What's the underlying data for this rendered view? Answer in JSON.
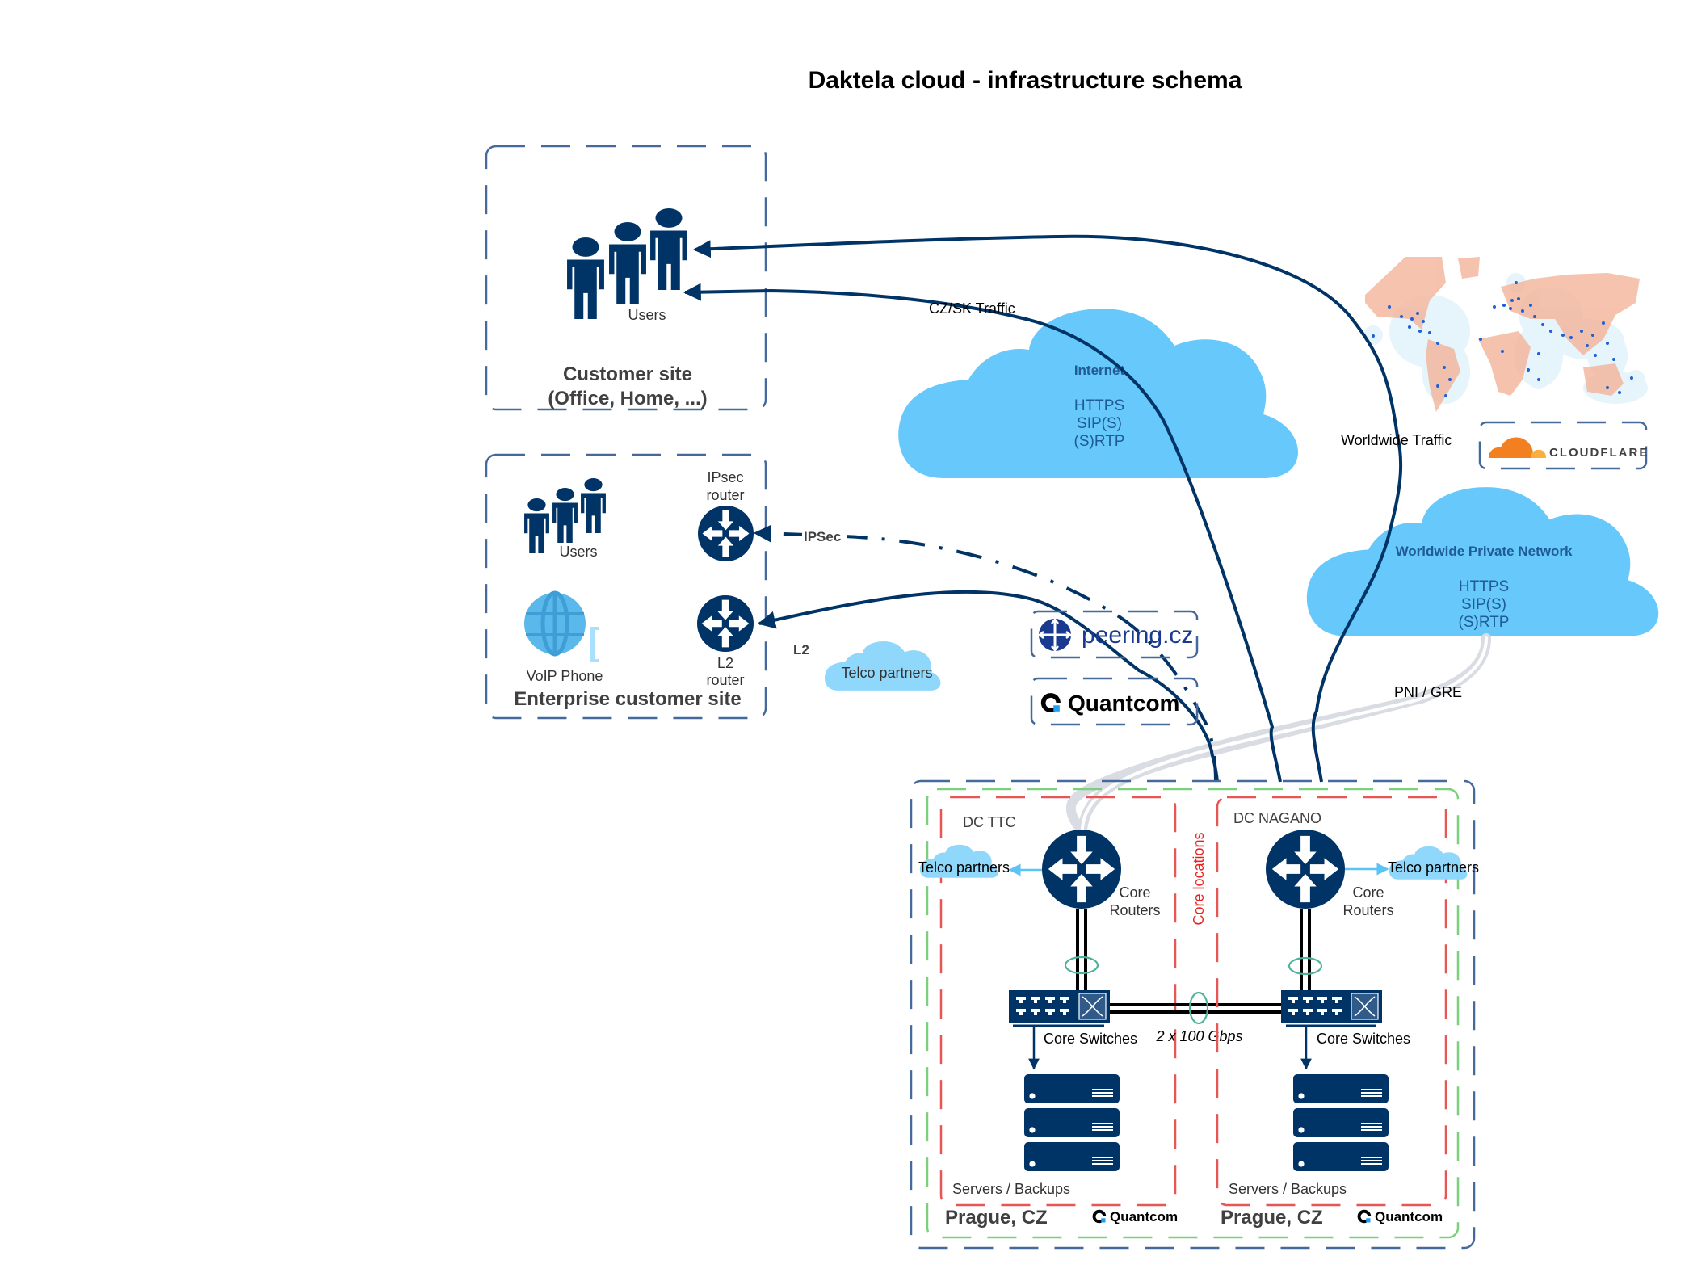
{
  "title": "Daktela cloud - infrastructure schema",
  "colors": {
    "navy": "#003366",
    "cloud_blue": "#66c8fb",
    "cloud_light": "#8fd7fb",
    "cloud_text": "#1f5b94",
    "dash_blue": "#44699a",
    "dash_green": "#7dcf7d",
    "dash_red": "#e85555",
    "core_locations_red": "#e8231f",
    "cloudflare_orange": "#f38020",
    "peering_blue": "#1a3a8f",
    "map_orange": "#f4845f",
    "map_dot_blue": "#1f5fd6"
  },
  "customer_site": {
    "users_label": "Users",
    "title_line1": "Customer site",
    "title_line2": "(Office, Home, ...)"
  },
  "enterprise_site": {
    "users_label": "Users",
    "ipsec_router_line1": "IPsec",
    "ipsec_router_line2": "router",
    "voip_label": "VoIP Phone",
    "l2_router_line1": "L2",
    "l2_router_line2": "router",
    "title": "Enterprise customer site"
  },
  "links": {
    "czsk_traffic": "CZ/SK Traffic",
    "worldwide_traffic": "Worldwide Traffic",
    "ipsec": "IPSec",
    "l2": "L2",
    "pni_gre": "PNI / GRE",
    "dc_interconnect": "2 x 100 Gbps"
  },
  "internet_cloud": {
    "title": "Internet",
    "protocols": [
      "HTTPS",
      "SIP(S)",
      "(S)RTP"
    ]
  },
  "wpn_cloud": {
    "title": "Worldwide Private Network",
    "protocols": [
      "HTTPS",
      "SIP(S)",
      "(S)RTP"
    ]
  },
  "providers": {
    "cloudflare": "CLOUDFLARE",
    "peering": "peering.cz",
    "quantcom": "Quantcom"
  },
  "telco_partners_label": "Telco partners",
  "core_locations_label": "Core locations",
  "datacenters": [
    {
      "name": "DC TTC",
      "telco_label": "Telco partners",
      "router_line1": "Core",
      "router_line2": "Routers",
      "switch_label": "Core Switches",
      "servers_label": "Servers / Backups",
      "city": "Prague, CZ",
      "provider": "Quantcom"
    },
    {
      "name": "DC NAGANO",
      "telco_label": "Telco partners",
      "router_line1": "Core",
      "router_line2": "Routers",
      "switch_label": "Core Switches",
      "servers_label": "Servers / Backups",
      "city": "Prague, CZ",
      "provider": "Quantcom"
    }
  ]
}
